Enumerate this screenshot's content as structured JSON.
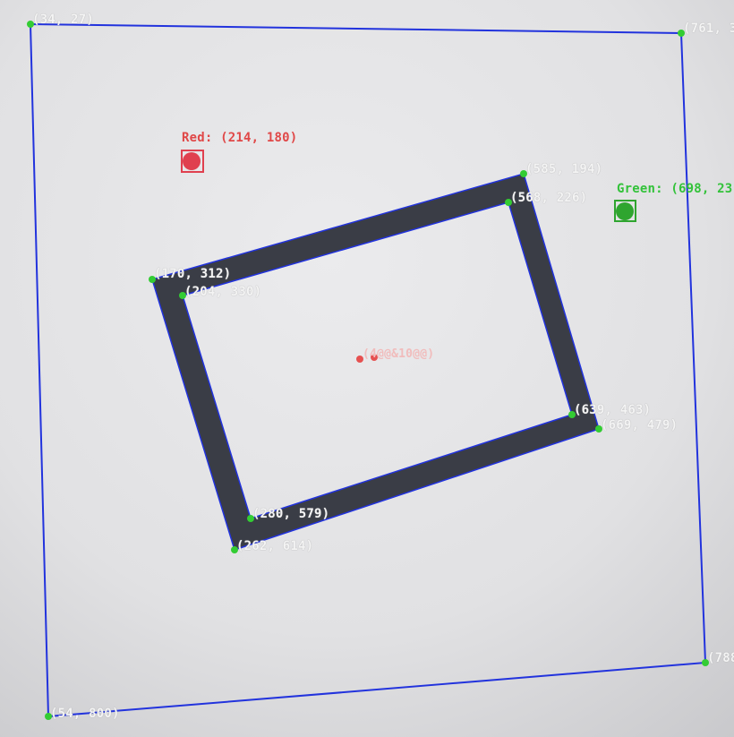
{
  "corner_labels": {
    "outer_top_left": "(34, 27)",
    "outer_top_right": "(761, 3",
    "outer_bottom_right": "(788",
    "outer_bottom_left": "(54, 800)",
    "frame_outer_top_left": "(170, 312)",
    "frame_inner_top_left": "(204, 330)",
    "frame_outer_top_right": "(585, 194)",
    "frame_inner_top_right": "(568, 226)",
    "frame_inner_bottom_right": "(639, 463)",
    "frame_outer_bottom_right": "(669, 479)",
    "frame_inner_bottom_left": "(280, 579)",
    "frame_outer_bottom_left": "(262, 614)"
  },
  "markers": {
    "red_label": "Red: (214, 180)",
    "green_label": "Green: (698, 23",
    "center_label": "(4@@&10@@)"
  },
  "colors": {
    "outline": "#2233dd",
    "point": "#33cc33",
    "red_marker": "#e0404f",
    "green_marker": "#2fa52f",
    "frame": "#3a3d46",
    "paper": "#e4e4e6"
  }
}
